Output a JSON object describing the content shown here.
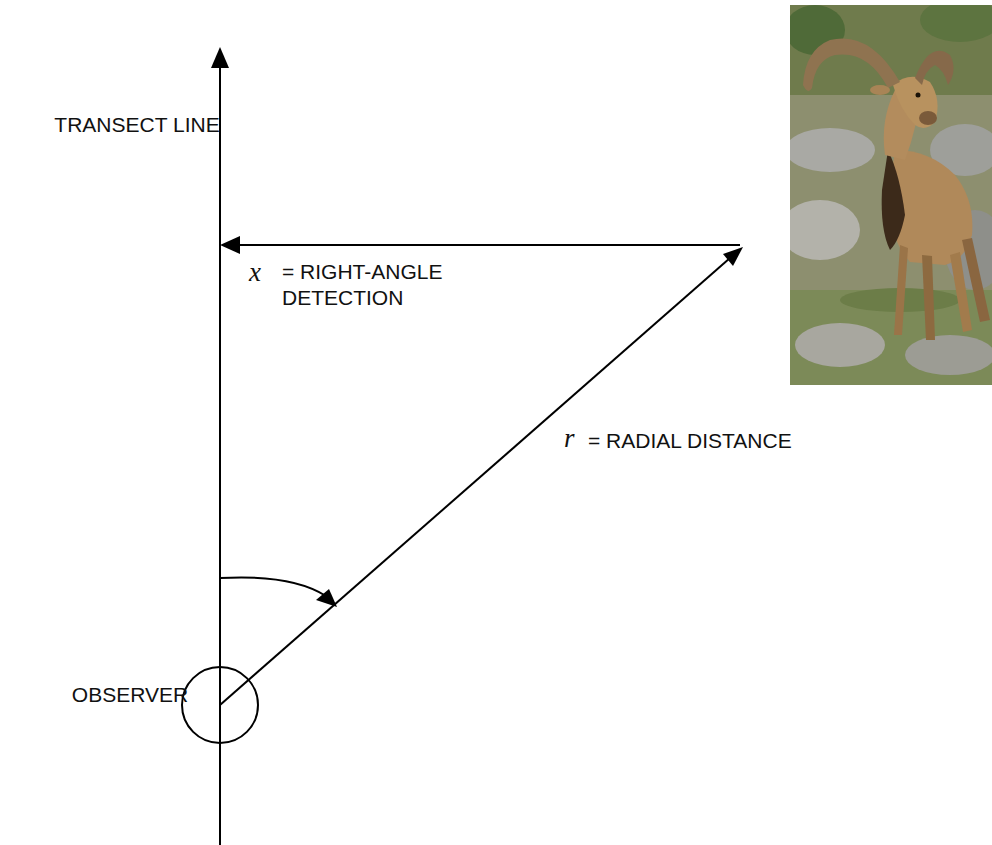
{
  "diagram": {
    "labels": [
      "TRANSECT LINE",
      "x",
      "= RIGHT-ANGLE DETECTION",
      "r",
      "= RADIAL DISTANCE",
      "OBSERVER"
    ]
  }
}
